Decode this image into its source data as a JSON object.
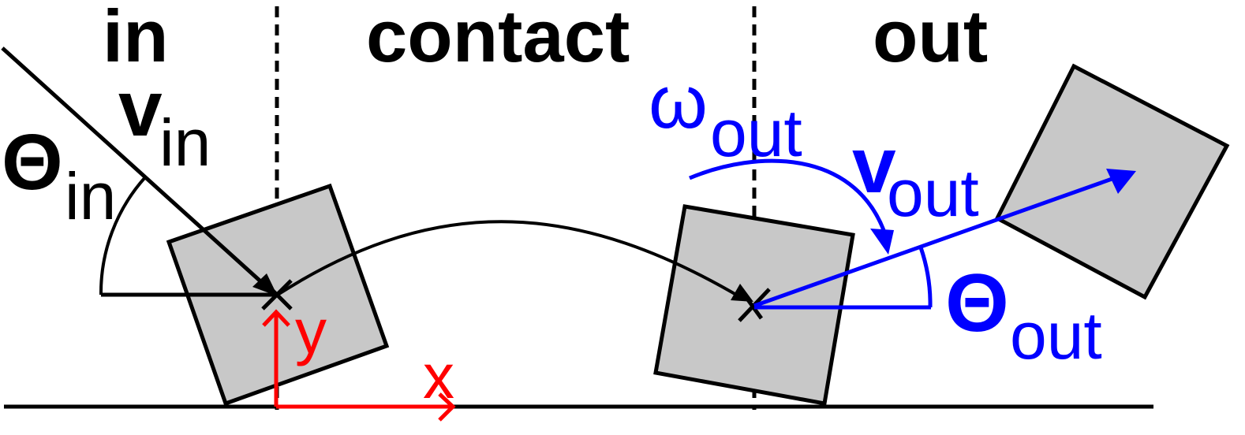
{
  "phases": {
    "in": "in",
    "contact": "contact",
    "out": "out"
  },
  "labels": {
    "theta_in_symbol": "Θ",
    "theta_in_sub": "in",
    "v_in_symbol": "v",
    "v_in_sub": "in",
    "omega_out_symbol": "ω",
    "omega_out_sub": "out",
    "v_out_symbol": "v",
    "v_out_sub": "out",
    "theta_out_symbol": "Θ",
    "theta_out_sub": "out",
    "axis_x": "x",
    "axis_y": "y"
  },
  "colors": {
    "ink": "#000000",
    "box_fill": "#c8c8c8",
    "out_quantities": "#0000ff",
    "axes": "#ff0000"
  }
}
